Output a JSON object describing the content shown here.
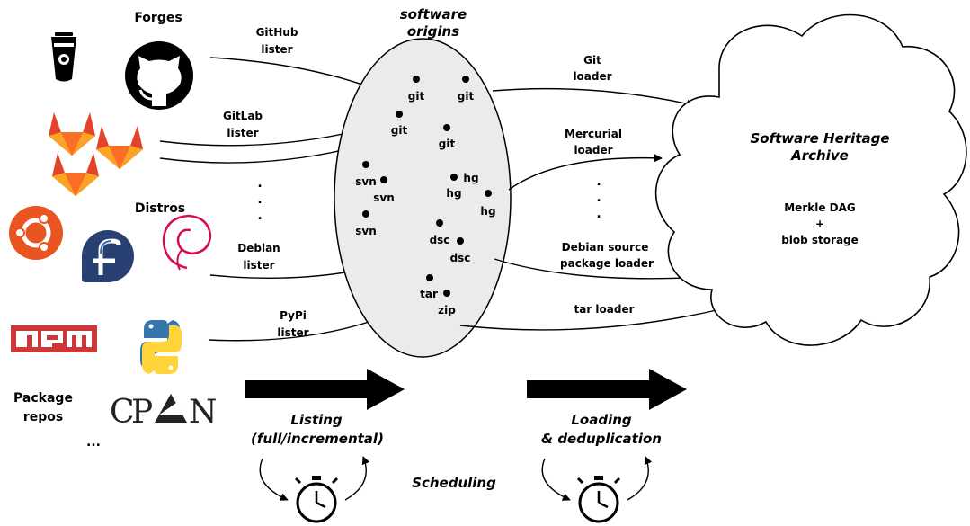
{
  "labels": {
    "forges": "Forges",
    "distros": "Distros",
    "package_repos_1": "Package",
    "package_repos_2": "repos",
    "more_repos": "...",
    "software_origins_1": "software",
    "software_origins_2": "origins",
    "archive_1": "Software Heritage",
    "archive_2": "Archive",
    "merkle_1": "Merkle DAG",
    "merkle_2": "+",
    "merkle_3": "blob storage",
    "listing_1": "Listing",
    "listing_2": "(full/incremental)",
    "loading_1": "Loading",
    "loading_2": "& deduplication",
    "scheduling": "Scheduling",
    "npm": "npm",
    "cpan": "CPAN"
  },
  "listers": {
    "github_1": "GitHub",
    "github_2": "lister",
    "gitlab_1": "GitLab",
    "gitlab_2": "lister",
    "debian_1": "Debian",
    "debian_2": "lister",
    "pypi_1": "PyPi",
    "pypi_2": "lister",
    "dots": "."
  },
  "loaders": {
    "git_1": "Git",
    "git_2": "loader",
    "mercurial_1": "Mercurial",
    "mercurial_2": "loader",
    "debian_1": "Debian source",
    "debian_2": "package loader",
    "tar": "tar loader",
    "dots": "."
  },
  "origins": {
    "git": "git",
    "svn": "svn",
    "hg": "hg",
    "dsc": "dsc",
    "tar": "tar",
    "zip": "zip"
  },
  "colors": {
    "ellipse_fill": "#ebebeb",
    "gitlab_orange": "#e24329",
    "gitlab_light": "#fca326",
    "ubuntu": "#e95420",
    "fedora": "#294172",
    "debian": "#d70a53",
    "npm": "#cb3837",
    "python_blue": "#3776ab",
    "python_yellow": "#ffd43b"
  },
  "icons": [
    "bitbucket-icon",
    "github-icon",
    "gitlab-icon",
    "ubuntu-icon",
    "fedora-icon",
    "debian-icon",
    "npm-icon",
    "python-icon",
    "cpan-icon",
    "stopwatch-icon"
  ]
}
